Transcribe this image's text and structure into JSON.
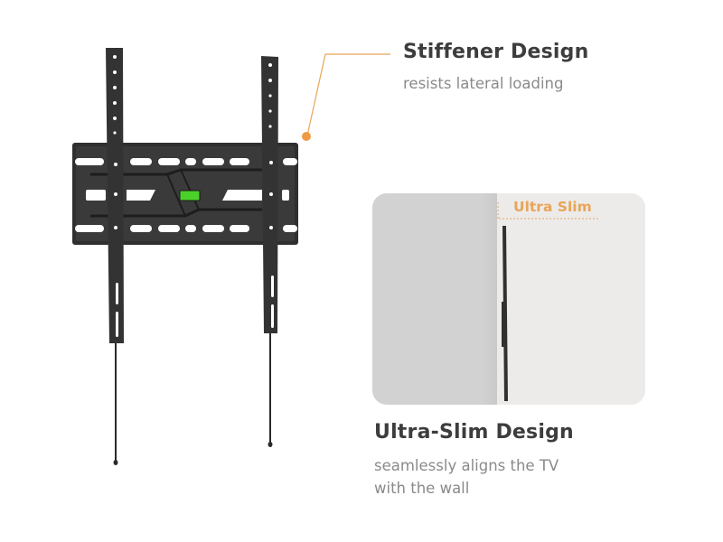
{
  "colors": {
    "accent_orange": "#e8a55a",
    "title_text": "#3d3d3d",
    "subtitle_text": "#8a8a8a",
    "mount_metal": "#2e2e2e",
    "level_green": "#4cd12a",
    "wall_gray": "#d2d2d2",
    "panel_bg": "#ecebea"
  },
  "features": [
    {
      "id": "stiffener",
      "title": "Stiffener Design",
      "subtitle": "resists lateral loading"
    },
    {
      "id": "ultra-slim",
      "title": "Ultra-Slim Design",
      "subtitle_line1": "seamlessly aligns the TV",
      "subtitle_line2": "with the wall",
      "callout_label": "Ultra Slim"
    }
  ],
  "icons": {
    "callout_dot": "orange-dot",
    "bubble_level": "green-bubble-level"
  }
}
